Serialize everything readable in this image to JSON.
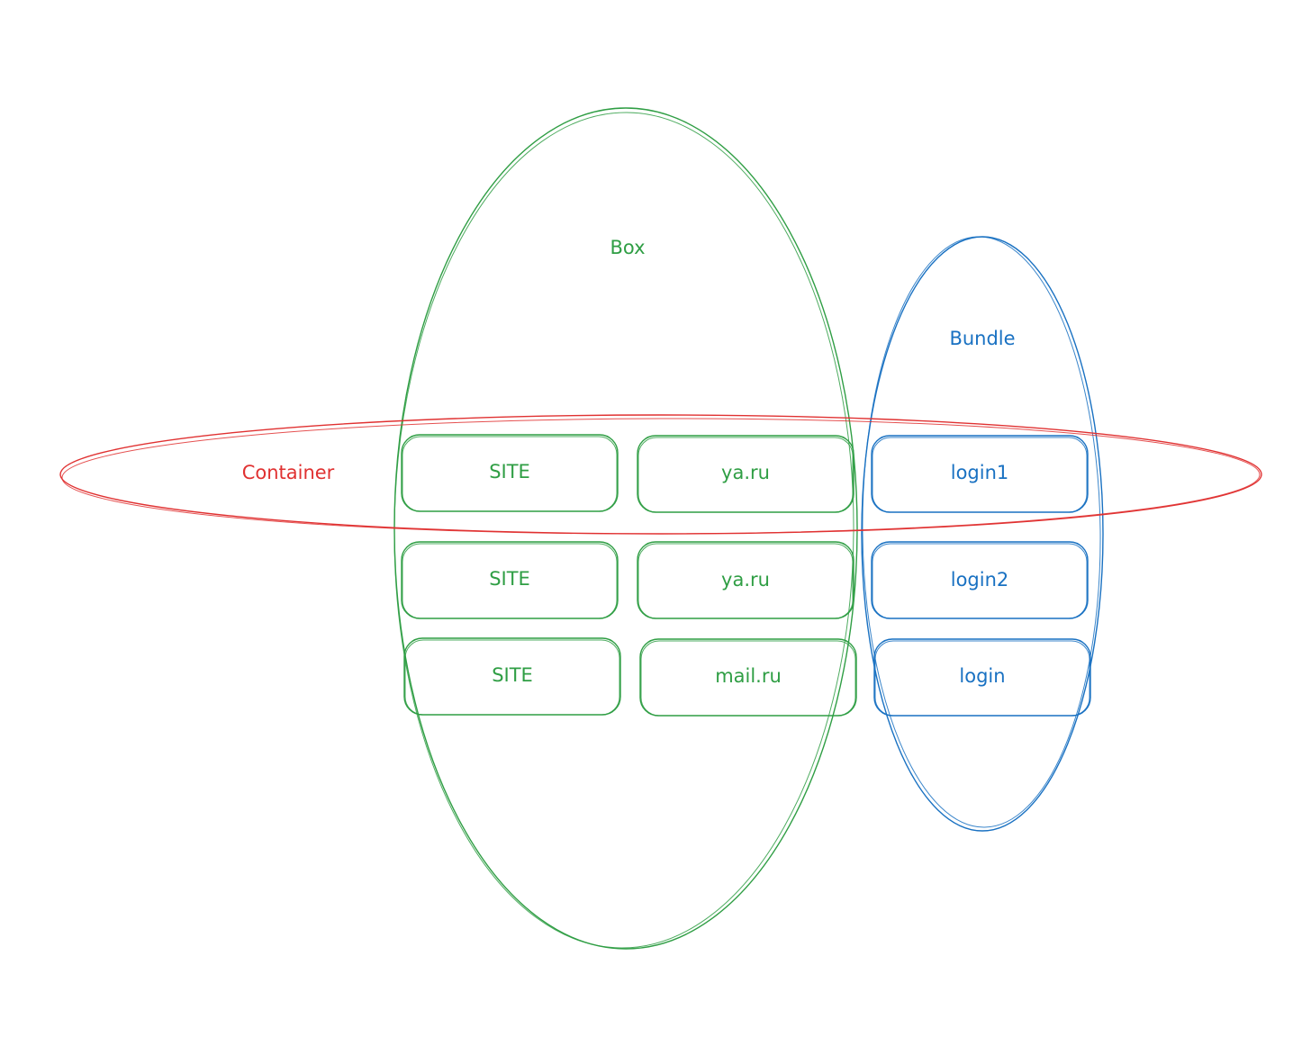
{
  "colors": {
    "box": "#2f9e44",
    "bundle": "#1971c2",
    "container": "#e03131"
  },
  "groups": {
    "box_label": "Box",
    "bundle_label": "Bundle",
    "container_label": "Container"
  },
  "rows": [
    {
      "type": "SITE",
      "domain": "ya.ru",
      "login": "login1"
    },
    {
      "type": "SITE",
      "domain": "ya.ru",
      "login": "login2"
    },
    {
      "type": "SITE",
      "domain": "mail.ru",
      "login": "login"
    }
  ]
}
